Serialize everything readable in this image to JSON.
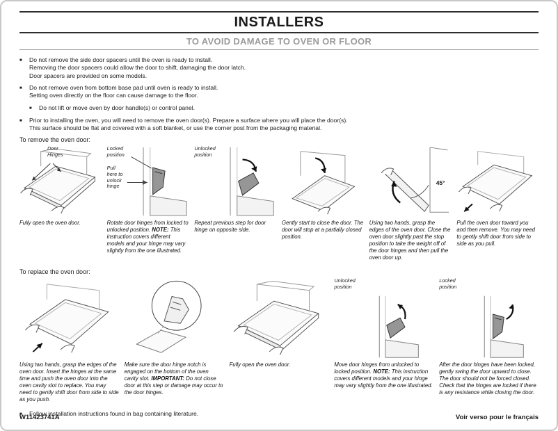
{
  "header": {
    "title": "INSTALLERS",
    "subtitle": "TO AVOID DAMAGE TO OVEN OR FLOOR"
  },
  "intro": {
    "bullet1": "Do not remove the side door spacers until the oven is ready to install.\nRemoving the door spacers could allow the door to shift, damaging the door latch.\nDoor spacers are provided on some models.",
    "bullet2": "Do not remove oven from bottom base pad until oven is ready to install.\nSetting oven directly on the floor can cause damage to the floor.",
    "subbullet": "Do not lift or move oven by door handle(s) or control panel.",
    "bullet3": "Prior to installing the oven, you will need to remove the oven door(s). Prepare a surface where you will place the door(s).\nThis surface should be flat and covered with a soft blanket, or use the corner post from the packaging material."
  },
  "remove": {
    "heading": "To remove the oven door:",
    "steps": [
      {
        "label1": "Door\nHinges",
        "caption": "Fully open the oven door."
      },
      {
        "label1": "Locked\nposition",
        "label2": "Pull\nhere to\nunlock\nhinge",
        "caption": "Rotate door hinges from locked to unlocked position.",
        "note_label": "NOTE:",
        "note_text": " This instruction covers different models and your hinge may vary slightly from the one illustrated."
      },
      {
        "label1": "Unlocked\nposition",
        "caption": "Repeat previous step for door hinge on opposite side."
      },
      {
        "caption": "Gently start to close the door. The door will stop at a partially closed position."
      },
      {
        "label1": "45°",
        "caption": "Using two hands, grasp the edges of the oven door. Close the oven door slightly past the stop position to take the weight off of the door hinges and then pull the oven door up."
      },
      {
        "caption": "Pull the oven door toward you and then remove. You may need to gently shift door from side to side as you pull."
      }
    ]
  },
  "replace": {
    "heading": "To replace the oven door:",
    "steps": [
      {
        "caption": "Using two hands, grasp the edges of the oven door. Insert the hinges at the same time and push the oven door into the oven cavity slot to replace. You may need to gently shift door from side to side as you push."
      },
      {
        "caption": "Make sure the door hinge notch is engaged on the bottom of the oven cavity slot.",
        "note_label": "IMPORTANT:",
        "note_text": " Do not close door at this step or damage may occur to the door hinges."
      },
      {
        "caption": "Fully open the oven door."
      },
      {
        "label1": "Unlocked\nposition",
        "caption": "Move door hinges from unlocked to locked position.",
        "note_label": "NOTE:",
        "note_text": " This instruction covers different models and your hinge may vary slightly from the one illustrated."
      },
      {
        "label1": "Locked\nposition",
        "caption": "After the door hinges have been locked, gently swing the door upward to close. The door should not be forced closed. Check that the hinges are locked if there is any resistance while closing the door."
      }
    ]
  },
  "footer": {
    "bullet": "Follow installation instructions found in bag containing literature.",
    "doc_number": "W11423741A",
    "verso": "Voir verso pour le français"
  }
}
